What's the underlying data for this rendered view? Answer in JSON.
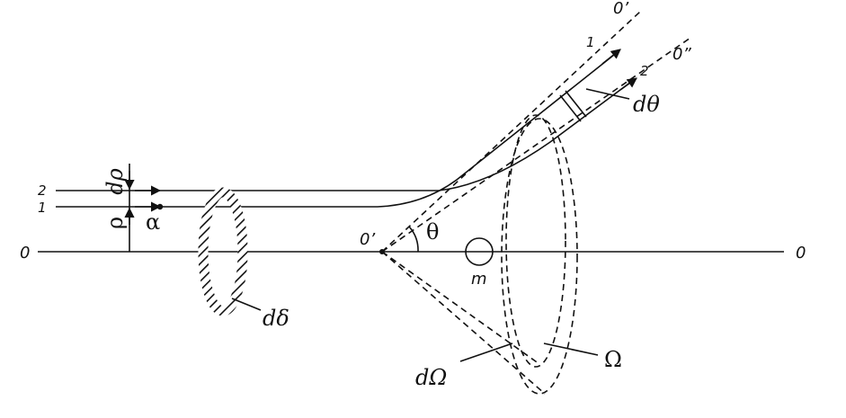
{
  "axis": {
    "left_label": "0",
    "right_label": "0"
  },
  "rays": {
    "top_label": "2",
    "bottom_label": "1",
    "end_label_1": "1",
    "end_label_2": "2"
  },
  "asymptotes": {
    "upper_label": "0’",
    "lower_label": "0”"
  },
  "measures": {
    "d_rho": "dρ",
    "rho": "ρ",
    "alpha": "α",
    "theta": "θ",
    "d_theta": "dθ",
    "d_delta": "dδ",
    "d_omega": "dΩ",
    "omega": "Ω"
  },
  "center": {
    "label": "0’"
  },
  "nucleus": {
    "label": "m"
  }
}
